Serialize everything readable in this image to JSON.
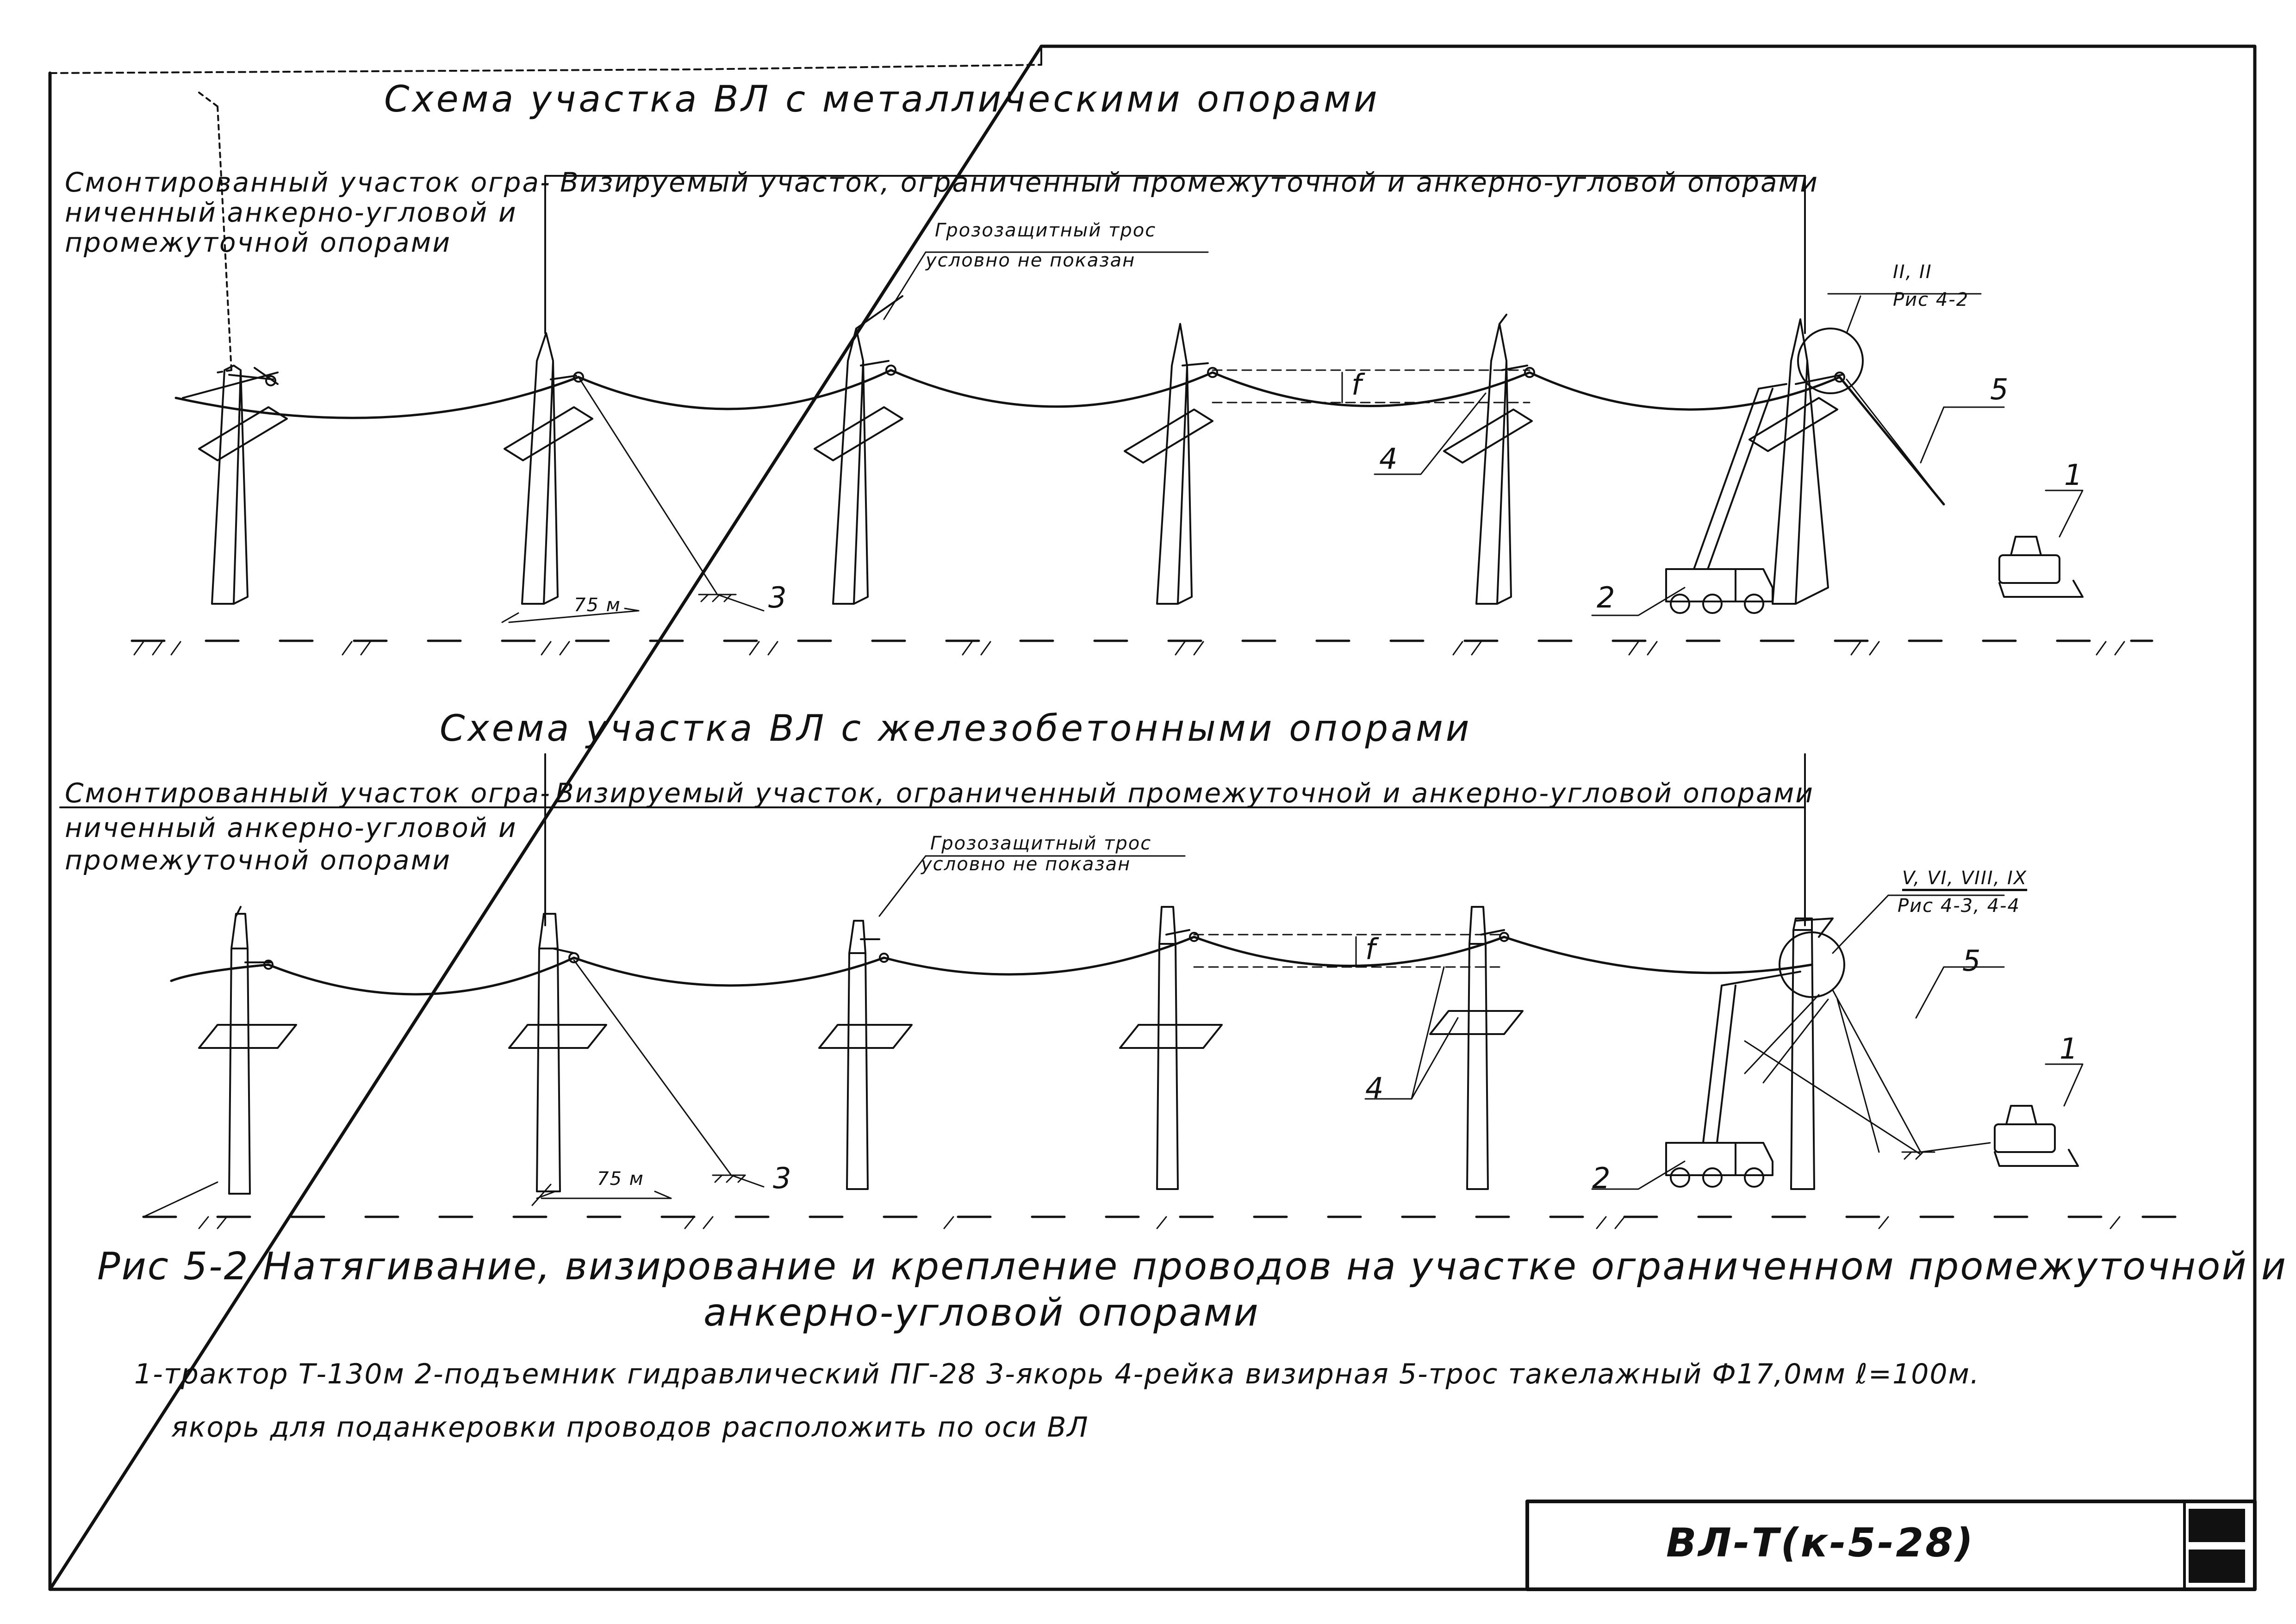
{
  "diagram": {
    "top": {
      "title": "Схема участка ВЛ с металлическими опорами",
      "left_region": [
        "Смонтированный участок огра-",
        "ниченный анкерно-угловой и",
        "промежуточной опорами"
      ],
      "right_region": "Визируемый участок, ограниченный промежуточной и анкерно-угловой опорами",
      "wire_note": [
        "Грозозащитный трос",
        "условно не показан"
      ],
      "detail_ref": [
        "II, II",
        "Рис 4-2"
      ],
      "sag": "f",
      "span": "75 м",
      "labels": [
        "1",
        "2",
        "3",
        "4",
        "5"
      ]
    },
    "bottom": {
      "title": "Схема участка ВЛ с железобетонными опорами",
      "left_region": [
        "Смонтированный участок огра-",
        "ниченный анкерно-угловой и",
        "промежуточной опорами"
      ],
      "right_region": "Визируемый участок, ограниченный промежуточной и анкерно-угловой опорами",
      "wire_note": [
        "Грозозащитный трос",
        "условно не показан"
      ],
      "detail_ref": [
        "V, VI, VIII, IX",
        "Рис 4-3, 4-4"
      ],
      "sag": "f",
      "span": "75 м",
      "labels": [
        "1",
        "2",
        "3",
        "4",
        "5"
      ]
    },
    "caption": [
      "Рис 5-2 Натягивание, визирование и крепление проводов на участке ограниченном промежуточной и",
      "анкерно-угловой опорами"
    ],
    "legend": [
      "1-трактор Т-130м 2-подъемник гидравлический ПГ-28 3-якорь 4-рейка визирная 5-трос такелажный Ф17,0мм ℓ=100м.",
      "якорь для поданкеровки проводов расположить по оси ВЛ"
    ],
    "stamp": {
      "code": "ВЛ-Т(к-5-28)"
    }
  }
}
